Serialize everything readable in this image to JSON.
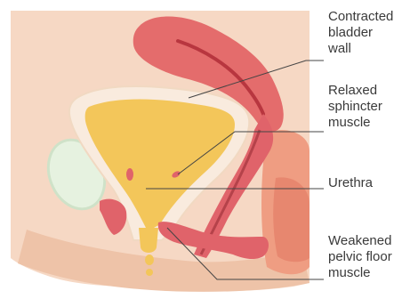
{
  "labels": {
    "bladder_wall": [
      "Contracted",
      "bladder",
      "wall"
    ],
    "sphincter": [
      "Relaxed",
      "sphincter",
      "muscle"
    ],
    "urethra": [
      "Urethra"
    ],
    "pelvic_floor": [
      "Weakened",
      "pelvic floor",
      "muscle"
    ]
  },
  "colors": {
    "tissue": "#f6d8c4",
    "tissue_dark": "#eec3a8",
    "bladder_wall": "#f9ebde",
    "urine": "#f3c65a",
    "uterus": "#e46c6c",
    "muscle": "#e0636a",
    "bone": "#e6f2e0",
    "leader": "#444444"
  }
}
